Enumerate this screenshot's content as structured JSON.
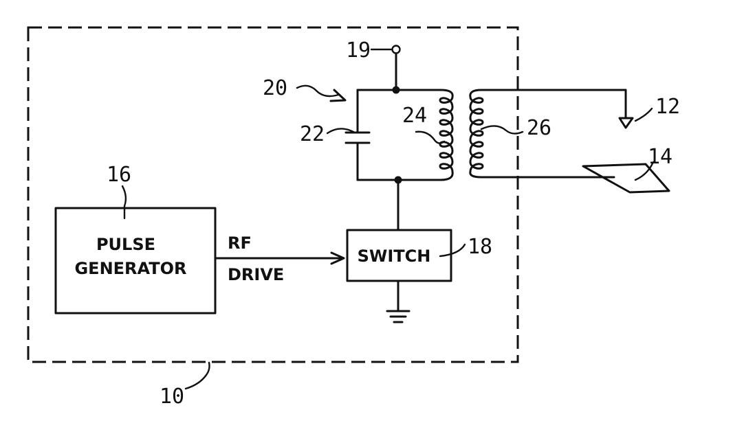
{
  "blocks": {
    "pulse_generator": {
      "line1": "PULSE",
      "line2": "GENERATOR"
    },
    "switch": {
      "label": "SWITCH"
    }
  },
  "signal": {
    "line1": "RF",
    "line2": "DRIVE"
  },
  "refs": {
    "system": "10",
    "load_terminal": "12",
    "load_plate": "14",
    "pulse_generator": "16",
    "switch": "18",
    "supply_terminal": "19",
    "tank_circuit": "20",
    "capacitor": "22",
    "primary_coil": "24",
    "secondary_coil": "26"
  }
}
